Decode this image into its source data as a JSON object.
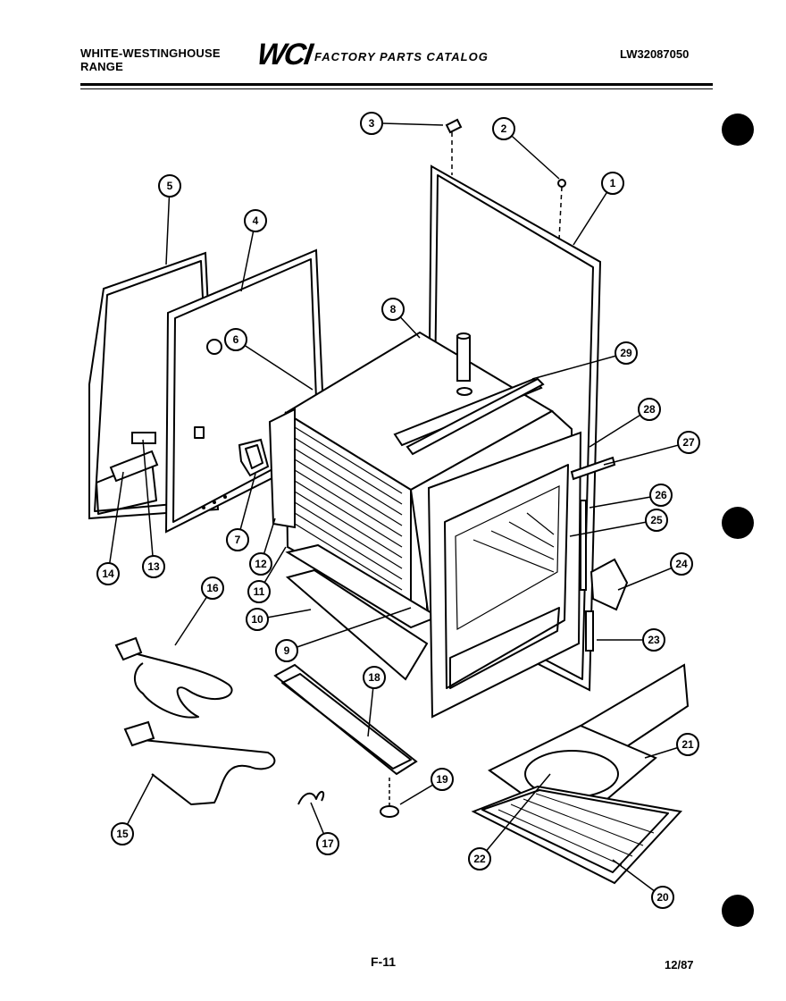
{
  "header": {
    "brand_line1": "WHITE-WESTINGHOUSE",
    "brand_line2": "RANGE",
    "logo": "WCI",
    "catalog_title": "FACTORY PARTS CATALOG",
    "model_code": "LW32087050"
  },
  "callouts": [
    "1",
    "2",
    "3",
    "4",
    "5",
    "6",
    "7",
    "8",
    "9",
    "10",
    "11",
    "12",
    "13",
    "14",
    "15",
    "16",
    "17",
    "18",
    "19",
    "20",
    "21",
    "22",
    "23",
    "24",
    "25",
    "26",
    "27",
    "28",
    "29"
  ],
  "footer": {
    "page": "F-11",
    "date": "12/87"
  }
}
